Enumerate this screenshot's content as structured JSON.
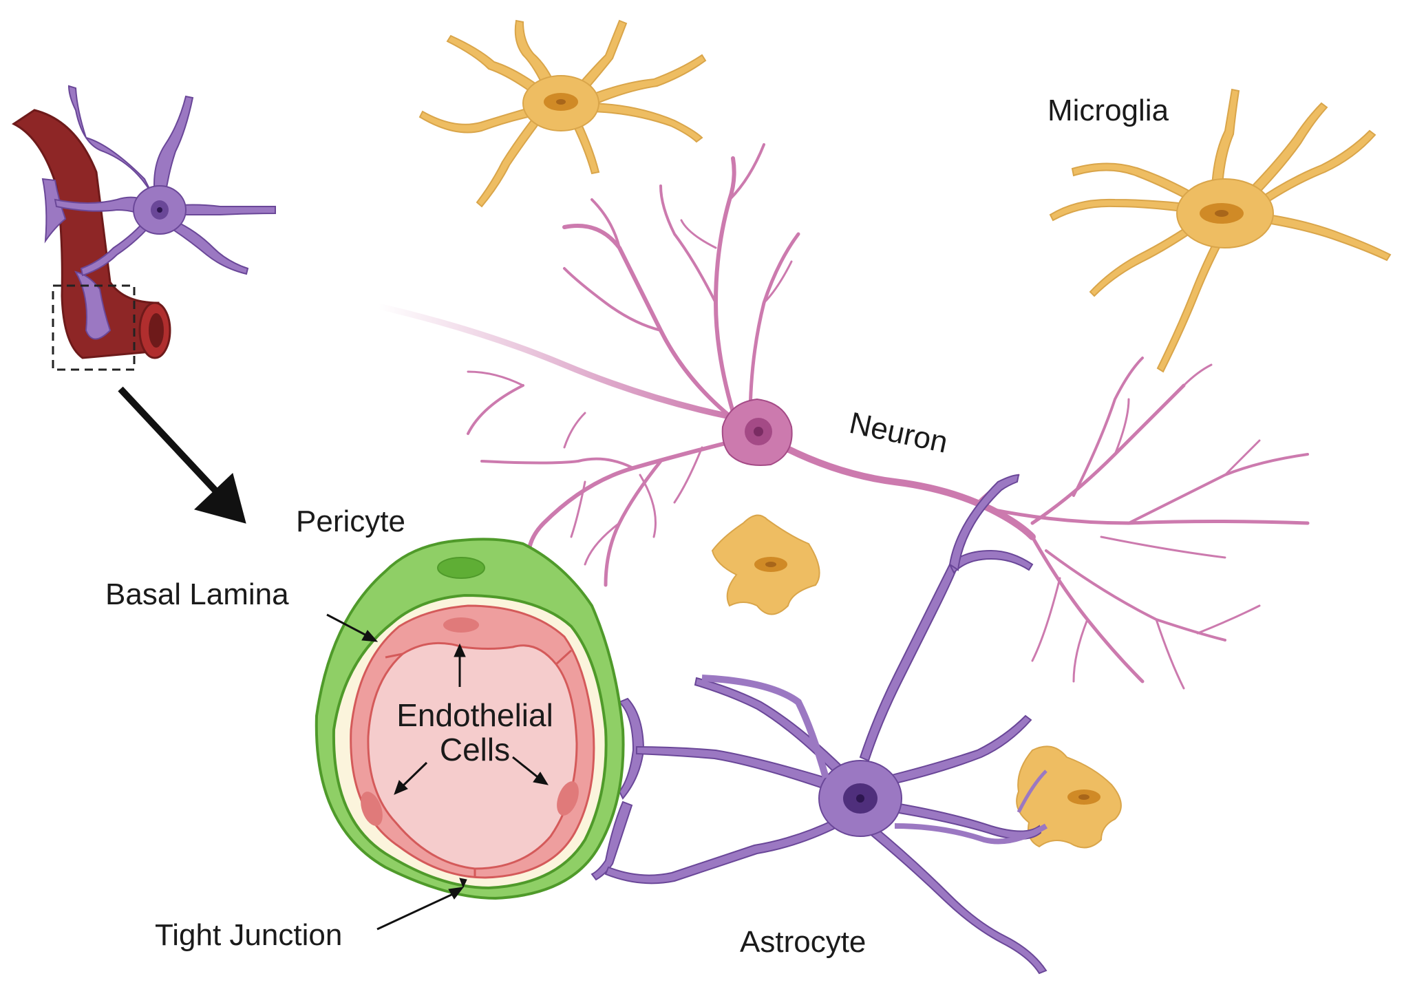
{
  "labels": {
    "microglia": "Microglia",
    "neuron": "Neuron",
    "pericyte": "Pericyte",
    "basal_lamina": "Basal Lamina",
    "endothelial_line1": "Endothelial",
    "endothelial_line2": "Cells",
    "tight_junction": "Tight Junction",
    "astrocyte": "Astrocyte"
  },
  "colors": {
    "astrocyte": "#9b78c2",
    "astrocyte_dark": "#6a4798",
    "astrocyte_nucleus": "#4f2f7c",
    "microglia": "#eebd62",
    "microglia_nucleus": "#d08a26",
    "neuron": "#cc7aae",
    "neuron_dark": "#a44a86",
    "neuron_nucleus": "#7a2c63",
    "vessel": "#8e2626",
    "vessel_dark": "#6e1a1a",
    "pericyte": "#8fcf66",
    "pericyte_dark": "#4f9a2a",
    "basal_lamina": "#fbf4dc",
    "endothelial": "#ee9e9e",
    "endothelial_dark": "#d45a5a",
    "lumen": "#f5cccc"
  }
}
